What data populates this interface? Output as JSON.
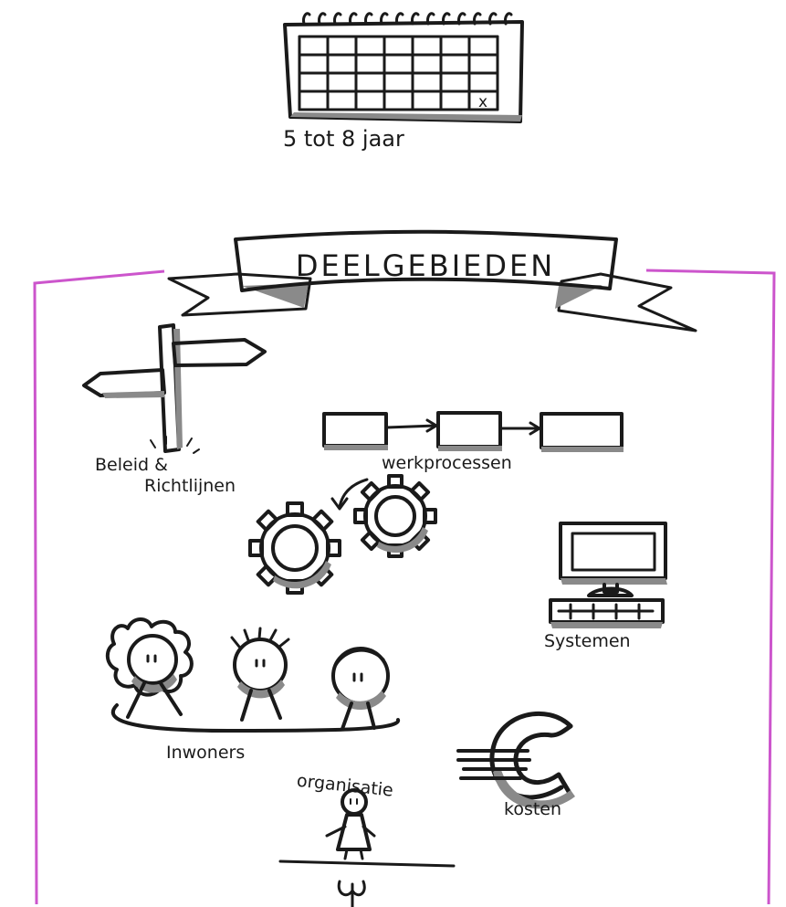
{
  "calendar": {
    "label": "5 tot 8 jaar",
    "marker": "x"
  },
  "banner": {
    "title": "DEELGEBIEDEN"
  },
  "labels": {
    "policy": [
      "Beleid &",
      "Richtlijnen"
    ],
    "processes": "werkprocessen",
    "systems": "Systemen",
    "residents": "Inwoners",
    "organisation": "organisatie",
    "costs": "kosten"
  },
  "icons": [
    "calendar-icon",
    "signpost-icon",
    "process-flow-icon",
    "gears-icon",
    "computer-icon",
    "people-icon",
    "euro-icon",
    "person-icon"
  ],
  "colors": {
    "ink": "#1a1a1a",
    "shade": "#8a8a8a",
    "frame": "#cc55cc"
  }
}
